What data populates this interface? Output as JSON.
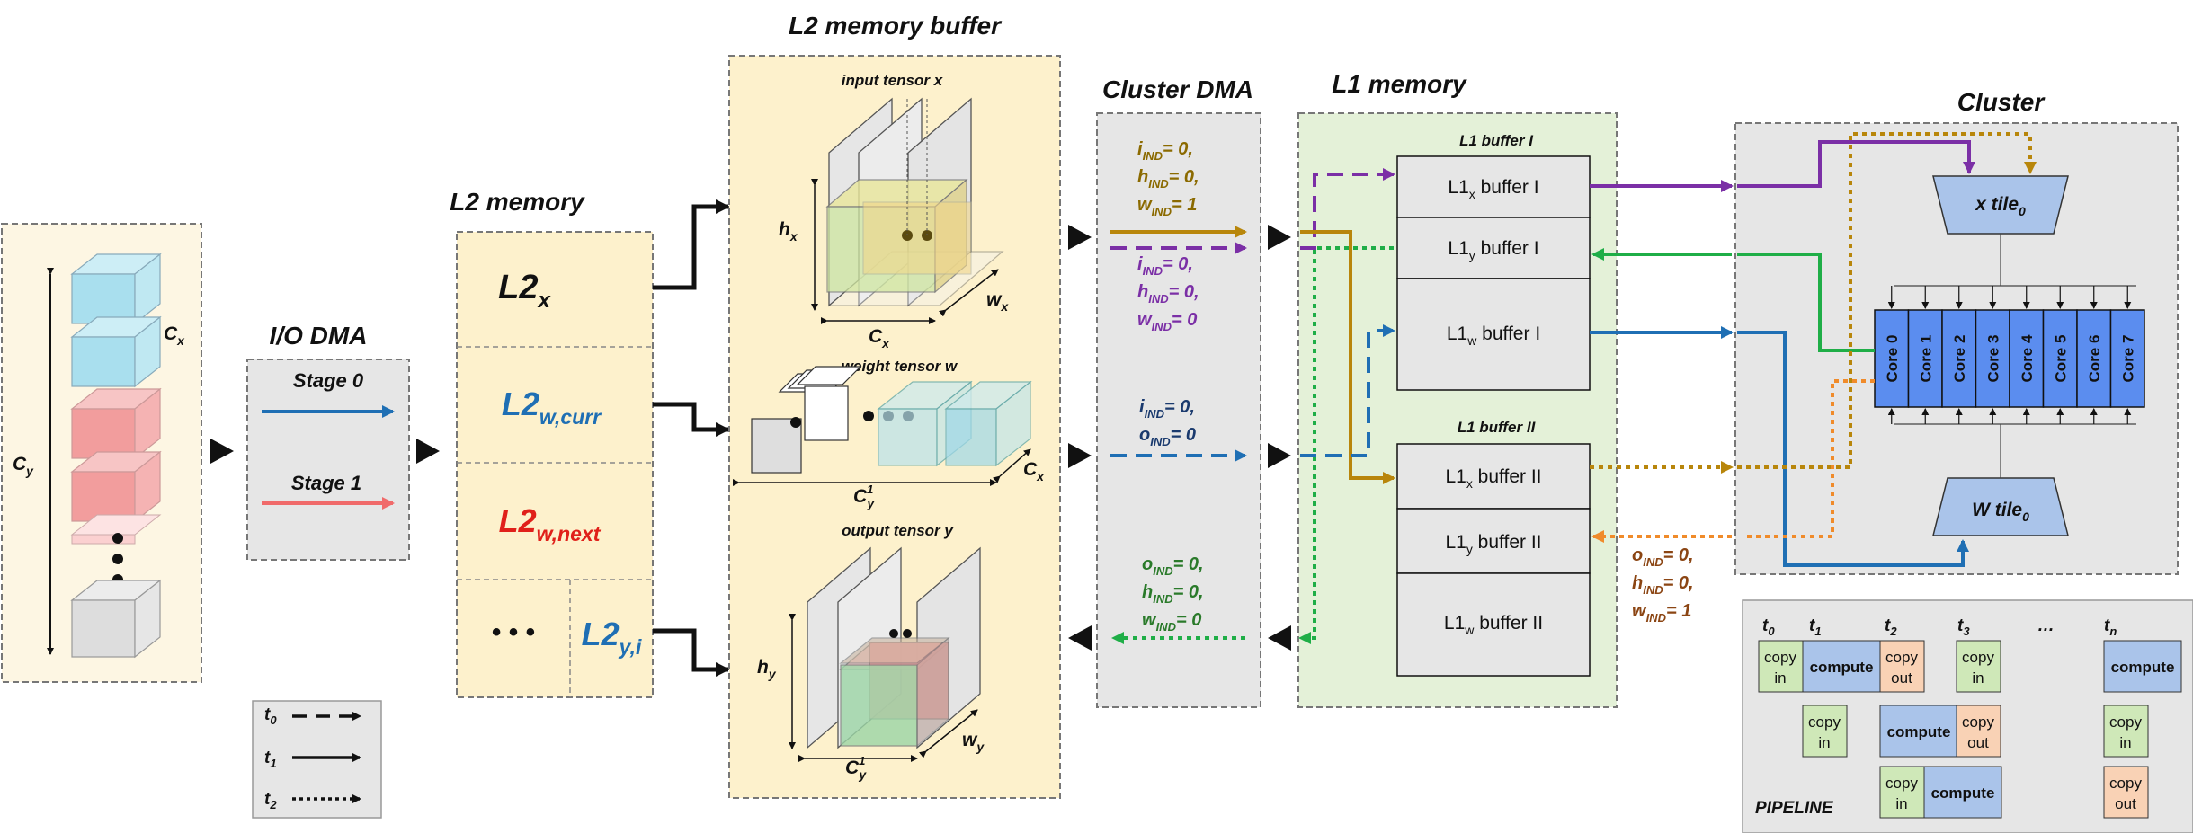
{
  "io_dma": {
    "title": "I/O DMA",
    "stage0": "Stage 0",
    "stage1": "Stage 1"
  },
  "input_stack": {
    "cx": "C",
    "cx_sub": "x",
    "cy": "C",
    "cy_sub": "y"
  },
  "legend": {
    "items": [
      {
        "label": "t",
        "sub": "0",
        "style": "dashed"
      },
      {
        "label": "t",
        "sub": "1",
        "style": "solid"
      },
      {
        "label": "t",
        "sub": "2",
        "style": "dotted"
      }
    ]
  },
  "l2_memory": {
    "title": "L2 memory",
    "rows": [
      {
        "base": "L2",
        "sub": "x",
        "color": "#111111"
      },
      {
        "base": "L2",
        "sub": "w,curr",
        "color": "#1f6fb4"
      },
      {
        "base": "L2",
        "sub": "w,next",
        "color": "#e0201a"
      }
    ],
    "ellipsis": "• • •",
    "last": {
      "base": "L2",
      "sub": "y,i",
      "color": "#1f6fb4"
    }
  },
  "l2_buffer": {
    "title": "L2 memory buffer",
    "input_label": "input tensor x",
    "weight_label": "weight tensor w",
    "output_label": "output tensor y",
    "hx": "h",
    "hx_sub": "x",
    "wx": "w",
    "wx_sub": "x",
    "cx": "C",
    "cx_sub": "x",
    "c1y": "C",
    "c1y_sup": "1",
    "c1y_sub": "y",
    "cx2": "C",
    "cx2_sub": "x",
    "hy": "h",
    "hy_sub": "y",
    "wy": "w",
    "wy_sub": "y",
    "c1y2": "C",
    "c1y2_sup": "1",
    "c1y2_sub": "y"
  },
  "cluster_dma": {
    "title": "Cluster DMA",
    "group1": [
      {
        "v": "i",
        "s": "IND",
        "eq": "= 0,"
      },
      {
        "v": "h",
        "s": "IND",
        "eq": "= 0,"
      },
      {
        "v": "w",
        "s": "IND",
        "eq": "= 1"
      }
    ],
    "group2": [
      {
        "v": "i",
        "s": "IND",
        "eq": "= 0,"
      },
      {
        "v": "h",
        "s": "IND",
        "eq": "= 0,"
      },
      {
        "v": "w",
        "s": "IND",
        "eq": "= 0"
      }
    ],
    "group3": [
      {
        "v": "i",
        "s": "IND",
        "eq": "= 0,"
      },
      {
        "v": "o",
        "s": "IND",
        "eq": "= 0"
      }
    ],
    "group4": [
      {
        "v": "o",
        "s": "IND",
        "eq": "= 0,"
      },
      {
        "v": "h",
        "s": "IND",
        "eq": "= 0,"
      },
      {
        "v": "w",
        "s": "IND",
        "eq": "= 0"
      }
    ]
  },
  "l1_memory": {
    "title": "L1 memory",
    "buffer1_title": "L1 buffer I",
    "buffer2_title": "L1 buffer II",
    "buffer1": [
      {
        "base": "L1",
        "sub": "x",
        "rest": " buffer I"
      },
      {
        "base": "L1",
        "sub": "y",
        "rest": " buffer I"
      },
      {
        "base": "L1",
        "sub": "w",
        "rest": " buffer I"
      }
    ],
    "buffer2": [
      {
        "base": "L1",
        "sub": "x",
        "rest": " buffer II"
      },
      {
        "base": "L1",
        "sub": "y",
        "rest": " buffer II"
      },
      {
        "base": "L1",
        "sub": "w",
        "rest": " buffer II"
      }
    ]
  },
  "cluster": {
    "title": "Cluster",
    "xtile": "x tile",
    "xtile_sub": "0",
    "wtile": "W tile",
    "wtile_sub": "0",
    "cores": [
      "Core 0",
      "Core 1",
      "Core 2",
      "Core 3",
      "Core 4",
      "Core 5",
      "Core 6",
      "Core 7"
    ],
    "out_label": [
      {
        "v": "o",
        "s": "IND",
        "eq": "= 0,"
      },
      {
        "v": "h",
        "s": "IND",
        "eq": "= 0,"
      },
      {
        "v": "w",
        "s": "IND",
        "eq": "= 1"
      }
    ]
  },
  "pipeline": {
    "title": "PIPELINE",
    "times": [
      {
        "t": "t",
        "s": "0"
      },
      {
        "t": "t",
        "s": "1"
      },
      {
        "t": "t",
        "s": "2"
      },
      {
        "t": "t",
        "s": "3"
      },
      {
        "t": "t",
        "s": "n"
      }
    ],
    "dots": "…",
    "copy_in": [
      "copy",
      "in"
    ],
    "copy_out": [
      "copy",
      "out"
    ],
    "compute": "compute"
  },
  "colors": {
    "purple": "#7b2fa6",
    "gold": "#b8860b",
    "green": "#1fae47",
    "blue": "#1f6fb4",
    "orange": "#f08b2a",
    "red": "#e0201a",
    "panel_yellow": "#fdf1cc",
    "panel_gray": "#e6e6e6",
    "panel_green": "#e4f1d8",
    "core_blue": "#5b8def"
  }
}
